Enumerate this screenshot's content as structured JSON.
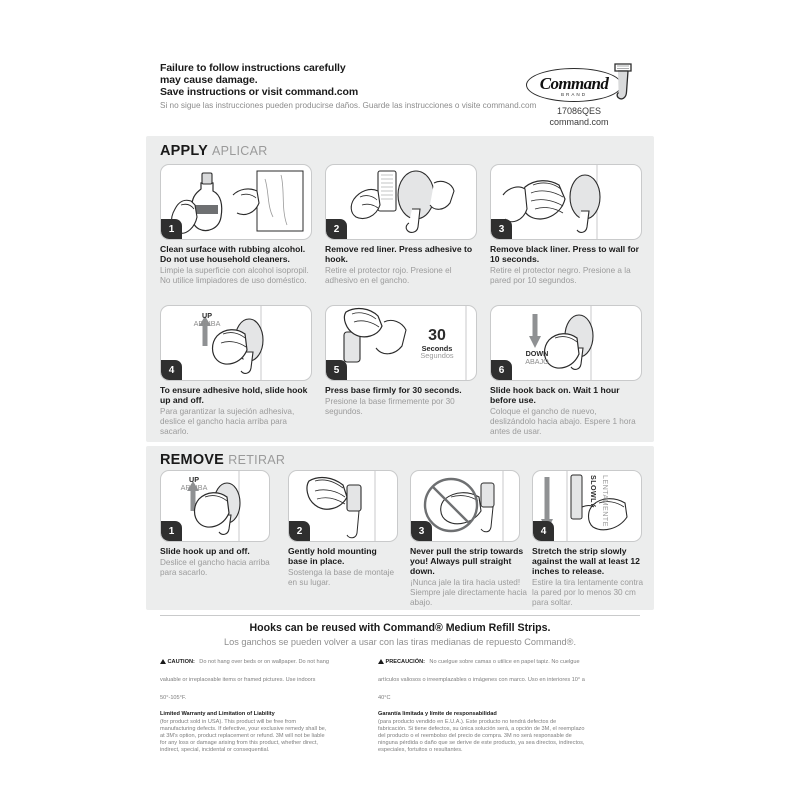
{
  "header": {
    "warning_en": "Failure to follow instructions carefully may cause damage.\nSave instructions or visit command.com",
    "warning_en_l1": "Failure to follow instructions carefully",
    "warning_en_l2": "may cause damage.",
    "warning_en_l3": "Save instructions or visit command.com",
    "warning_es": "Si no sigue las instrucciones pueden producirse daños. Guarde las instrucciones o visite command.com"
  },
  "logo": {
    "word": "Command",
    "brand": "BRAND",
    "sku": "17086QES",
    "website": "command.com"
  },
  "apply": {
    "title_en": "APPLY",
    "title_es": "APLICAR",
    "steps": [
      {
        "number": "1",
        "en": "Clean surface with rubbing alcohol. Do not use household cleaners.",
        "es": "Limpie la superficie con alcohol isopropil. No utilice limpiadores de uso doméstico."
      },
      {
        "number": "2",
        "en": "Remove red liner. Press adhesive to hook.",
        "es": "Retire el protector rojo. Presione el adhesivo en el gancho."
      },
      {
        "number": "3",
        "en": "Remove black liner. Press to wall for 10 seconds.",
        "es": "Retire el protector negro. Presione a la pared por 10 segundos."
      },
      {
        "number": "4",
        "en": "To ensure adhesive hold, slide hook up and off.",
        "es": "Para garantizar la sujeción adhesiva, deslice el gancho hacia arriba para sacarlo.",
        "overlay_en": "UP",
        "overlay_es": "ARRIBA"
      },
      {
        "number": "5",
        "en": "Press base firmly for 30 seconds.",
        "es": "Presione la base firmemente por 30 segundos.",
        "timer_value": "30",
        "timer_en": "Seconds",
        "timer_es": "Segundos"
      },
      {
        "number": "6",
        "en": "Slide hook back on. Wait 1 hour before use.",
        "es": "Coloque el gancho de nuevo, deslizándolo hacia abajo. Espere 1 hora antes de usar.",
        "overlay_en": "DOWN",
        "overlay_es": "ABAJO"
      }
    ]
  },
  "remove": {
    "title_en": "REMOVE",
    "title_es": "RETIRAR",
    "steps": [
      {
        "number": "1",
        "en": "Slide hook up and off.",
        "es": "Deslice el gancho hacia arriba para sacarlo.",
        "overlay_en": "UP",
        "overlay_es": "ARRIBA"
      },
      {
        "number": "2",
        "en": "Gently hold mounting base in place.",
        "es": "Sostenga la base de montaje en su lugar."
      },
      {
        "number": "3",
        "en": "Never pull the strip towards you! Always pull straight down.",
        "es": "¡Nunca jale la tira hacia usted! Siempre jale directamente hacia abajo."
      },
      {
        "number": "4",
        "en": "Stretch the strip slowly against the wall at least 12 inches to release.",
        "es": "Estire la tira lentamente contra la pared por lo menos 30 cm para soltar.",
        "overlay_en": "SLOWLY",
        "overlay_es": "LENTAMENTE"
      }
    ]
  },
  "refill": {
    "en": "Hooks can be reused with Command® Medium Refill Strips.",
    "es": "Los ganchos se pueden volver a usar con las tiras medianas de repuesto Command®."
  },
  "fineprint": {
    "caution_label_en": "CAUTION:",
    "caution_body_en": "Do not hang over beds or on wallpaper. Do not hang valuable or irreplaceable items or framed pictures. Use indoors 50°-105°F.",
    "warranty_head_en": "Limited Warranty and Limitation of Liability",
    "warranty_body_en": "(for product sold in USA). This product will be free from manufacturing defects. If defective, your exclusive remedy shall be, at 3M's option, product replacement or refund. 3M will not be liable for any loss or damage arising from this product, whether direct, indirect, special, incidental or consequential.",
    "caution_label_es": "PRECAUCIÓN:",
    "caution_body_es": "No cuelgue sobre camas o utilice en papel tapiz. No cuelgue artículos valiosos o irreemplazables o imágenes con marco. Uso en interiores 10° a 40°C",
    "warranty_head_es": "Garantía limitada y límite de responsabilidad",
    "warranty_body_es": "(para producto vendido en E.U.A.). Este producto no tendrá defectos de fabricación. Si tiene defectos, su única solución será, a opción de 3M, el reemplazo del producto o el reembolso del precio de compra. 3M no será responsable de ninguna pérdida o daño que se derive de este producto, ya sea directos, indirectos, especiales, fortuitos o resultantes."
  },
  "colors": {
    "panel_bg": "#eceded",
    "ink": "#231f20",
    "muted": "#9b9b9b",
    "badge": "#2f2f2f"
  }
}
